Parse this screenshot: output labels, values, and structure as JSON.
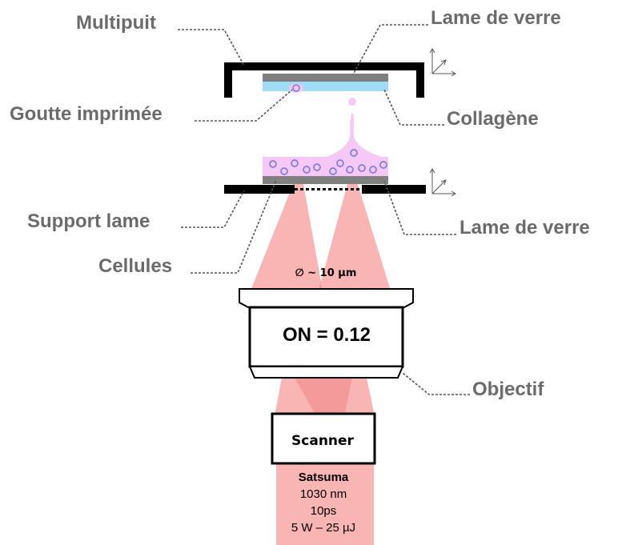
{
  "labels": {
    "multipuit": "Multipuit",
    "lame_verre_top": "Lame de verre",
    "goutte": "Goutte imprimée",
    "collagene": "Collagène",
    "support_lame": "Support lame",
    "lame_verre_bottom": "Lame de verre",
    "cellules": "Cellules",
    "objectif": "Objectif"
  },
  "spot_diameter": "∅ ~ 10 µm",
  "objective_na": "ON = 0.12",
  "scanner": "Scanner",
  "laser": {
    "name": "Satsuma",
    "wavelength": "1030 nm",
    "pulse": "10ps",
    "power": "5 W – 25 µJ"
  },
  "colors": {
    "beam": "#f9b4b4",
    "beam_core": "#f59a9a",
    "bioink": "#f6c8f6",
    "collagen": "#9fdcf5",
    "glass": "#808080",
    "cell_ring": "#7a7ae6"
  }
}
